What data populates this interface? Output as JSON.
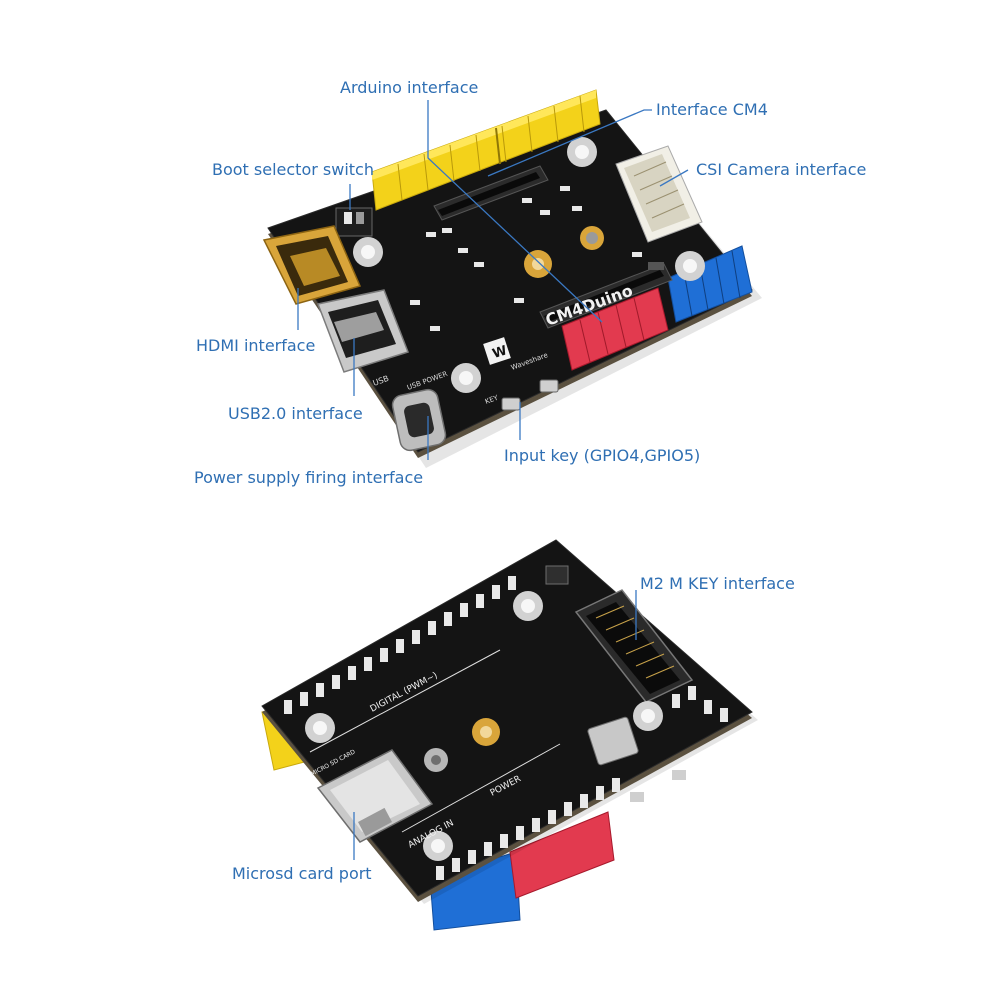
{
  "colors": {
    "label": "#2f6fb3",
    "leader": "#3a78c2",
    "pcb": "#141414",
    "header_yellow": "#f3d21a",
    "header_blue": "#1f6fd6",
    "header_red": "#e23a4f",
    "gold": "#d9a53a",
    "silver": "#b7b7b7"
  },
  "board_top": {
    "silk_model": "CM4Duino",
    "silk_brand": "Waveshare",
    "silk_usb": "USB",
    "silk_power": "USB POWER",
    "silk_key": "KEY"
  },
  "board_bottom": {
    "silk_digital": "DIGITAL (PWM~)",
    "silk_analog": "ANALOG IN",
    "silk_power": "POWER",
    "silk_sd": "MICRO SD CARD"
  },
  "callouts": {
    "arduino": "Arduino interface",
    "cm4": "Interface CM4",
    "boot": "Boot selector switch",
    "csi": "CSI Camera interface",
    "hdmi": "HDMI interface",
    "usb2": "USB2.0 interface",
    "power": "Power supply firing interface",
    "input_key": "Input key (GPIO4,GPIO5)",
    "m2": "M2 M KEY interface",
    "microsd": "Microsd card port"
  }
}
